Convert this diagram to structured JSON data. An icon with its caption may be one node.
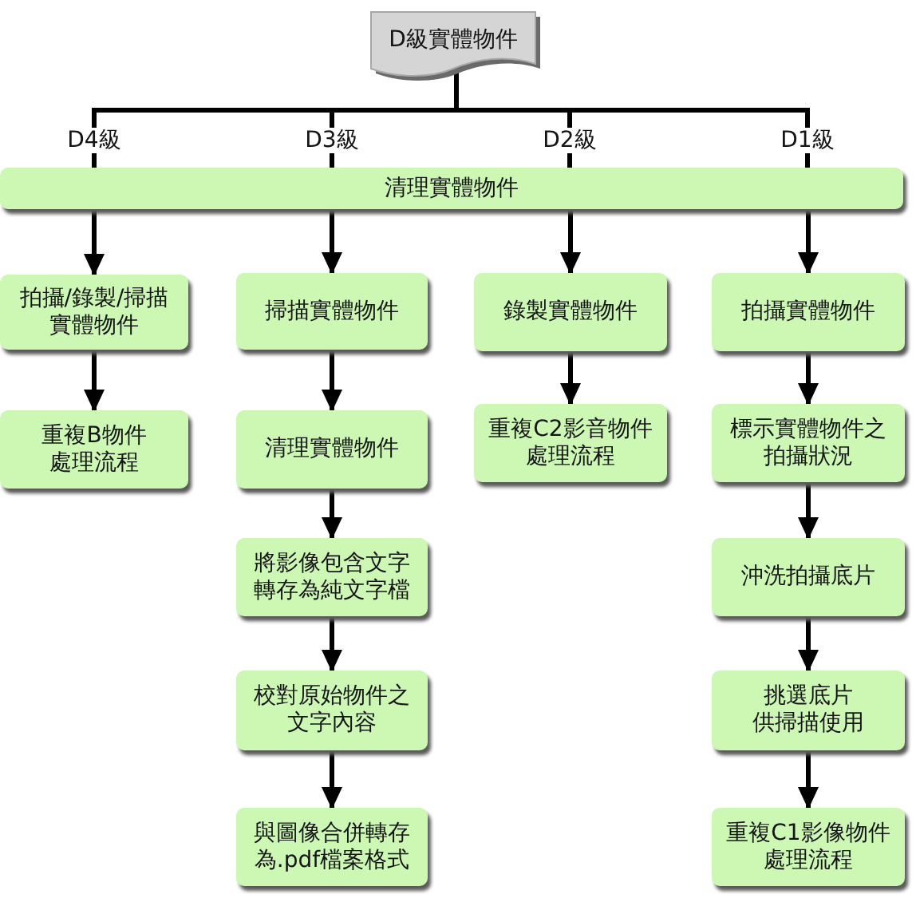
{
  "diagram": {
    "nodes": [
      {
        "text": [
          "D級實體物件"
        ]
      },
      {
        "text": [
          "清理實體物件"
        ]
      },
      {
        "text": [
          "拍攝/錄製/掃描實體物件"
        ]
      },
      {
        "text": [
          "重複B物件處理流程"
        ]
      },
      {
        "text": [
          "掃描實體物件"
        ]
      },
      {
        "text": [
          "清理實體物件"
        ]
      },
      {
        "text": [
          "將影像包含文字轉存為純文字檔"
        ]
      },
      {
        "text": [
          "校對原始物件之文字內容"
        ]
      },
      {
        "text": [
          "與圖像合併轉存為.pdf檔案格式"
        ]
      },
      {
        "text": [
          "錄製實體物件"
        ]
      },
      {
        "text": [
          "重複C2影音物件處理流程"
        ]
      },
      {
        "text": [
          "拍攝實體物件"
        ]
      },
      {
        "text": [
          "標示實體物件之拍攝狀況"
        ]
      },
      {
        "text": [
          "沖洗拍攝底片"
        ]
      },
      {
        "text": [
          "挑選底片供掃描使用"
        ]
      },
      {
        "text": [
          "重複C1影像物件處理流程"
        ]
      }
    ],
    "edges": [
      {
        "from": 0,
        "to": 1,
        "arrow": "none",
        "label": "D4級"
      },
      {
        "from": 0,
        "to": 1,
        "arrow": "none",
        "label": "D3級"
      },
      {
        "from": 0,
        "to": 1,
        "arrow": "none",
        "label": "D2級"
      },
      {
        "from": 0,
        "to": 1,
        "arrow": "none",
        "label": "D1級"
      },
      {
        "from": 1,
        "to": 2,
        "arrow": "to"
      },
      {
        "from": 2,
        "to": 3,
        "arrow": "to"
      },
      {
        "from": 1,
        "to": 4,
        "arrow": "to"
      },
      {
        "from": 4,
        "to": 5,
        "arrow": "to"
      },
      {
        "from": 5,
        "to": 6,
        "arrow": "to"
      },
      {
        "from": 6,
        "to": 7,
        "arrow": "to"
      },
      {
        "from": 7,
        "to": 8,
        "arrow": "to"
      },
      {
        "from": 1,
        "to": 9,
        "arrow": "to"
      },
      {
        "from": 9,
        "to": 10,
        "arrow": "to"
      },
      {
        "from": 1,
        "to": 11,
        "arrow": "to"
      },
      {
        "from": 11,
        "to": 12,
        "arrow": "to"
      },
      {
        "from": 12,
        "to": 13,
        "arrow": "to"
      },
      {
        "from": 13,
        "to": 14,
        "arrow": "to"
      },
      {
        "from": 14,
        "to": 15,
        "arrow": "to"
      }
    ]
  }
}
